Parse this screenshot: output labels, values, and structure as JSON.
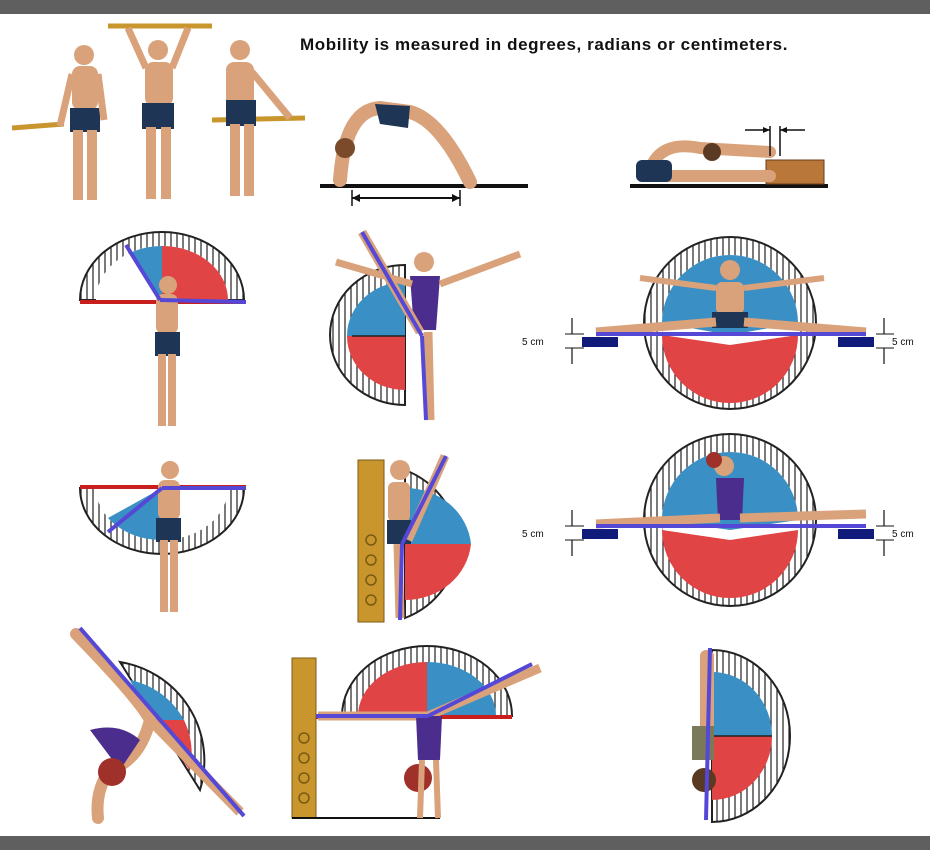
{
  "caption": "Mobility is measured in degrees, radians or centimeters.",
  "labels": {
    "cm_left_row2": "5 cm",
    "cm_right_row2": "5 cm",
    "cm_left_row3": "5 cm",
    "cm_right_row3": "5 cm"
  },
  "colors": {
    "frame_bar": "#5f5f5f",
    "protractor_blue": "#3a8fc4",
    "protractor_red": "#e04444",
    "measure_line": "#5548d6",
    "skin": "#d9a27a",
    "shorts": "#1e3555",
    "leotard": "#4a2d8c",
    "stick": "#c9962e"
  }
}
